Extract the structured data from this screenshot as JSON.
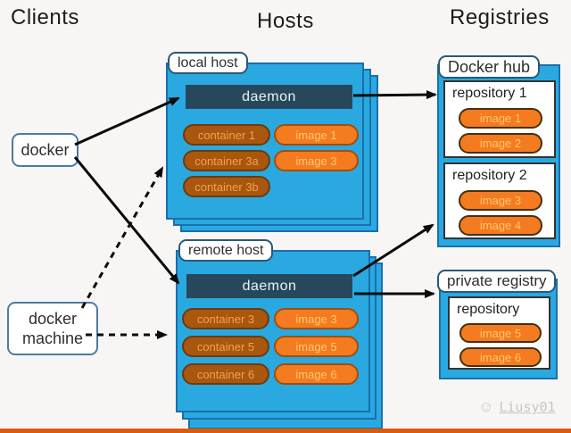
{
  "headers": {
    "clients": "Clients",
    "hosts": "Hosts",
    "registries": "Registries"
  },
  "clients": {
    "docker_label": "docker",
    "docker_machine_label": "docker machine"
  },
  "local_host": {
    "label": "local host",
    "daemon": "daemon",
    "containers": [
      "container 1",
      "container 3a",
      "container 3b"
    ],
    "images": [
      "image 1",
      "image 3"
    ]
  },
  "remote_host": {
    "label": "remote host",
    "daemon": "daemon",
    "containers": [
      "container 3",
      "container 5",
      "container 6"
    ],
    "images": [
      "image 3",
      "image 5",
      "image 6"
    ]
  },
  "docker_hub": {
    "label": "Docker hub",
    "repositories": [
      {
        "name": "repository 1",
        "images": [
          "image 1",
          "image 2"
        ]
      },
      {
        "name": "repository 2",
        "images": [
          "image 3",
          "image 4"
        ]
      }
    ]
  },
  "private_registry": {
    "label": "private registry",
    "repository": {
      "name": "repository",
      "images": [
        "image 5",
        "image 6"
      ]
    }
  },
  "connections": [
    {
      "from": "docker",
      "to": "local-host-daemon",
      "style": "solid"
    },
    {
      "from": "docker",
      "to": "remote-host-daemon",
      "style": "solid"
    },
    {
      "from": "docker-machine",
      "to": "local-host",
      "style": "dashed"
    },
    {
      "from": "docker-machine",
      "to": "remote-host",
      "style": "dashed"
    },
    {
      "from": "local-host-daemon",
      "to": "docker-hub-repository-1",
      "style": "solid"
    },
    {
      "from": "remote-host-daemon",
      "to": "docker-hub-repository-2",
      "style": "solid"
    },
    {
      "from": "remote-host-daemon",
      "to": "private-registry",
      "style": "solid"
    }
  ],
  "watermark": {
    "icon": "☺",
    "text": "Liusy01"
  },
  "colors": {
    "host_blue": "#29A9E0",
    "border_blue": "#1A6FB0",
    "daemon_navy": "#27485C",
    "container_brown": "#A9560E",
    "image_orange": "#F47B20",
    "arrow_black": "#0B0B0B",
    "bottom_bar_orange": "#DC5B0A",
    "background": "#F8F6F4"
  }
}
